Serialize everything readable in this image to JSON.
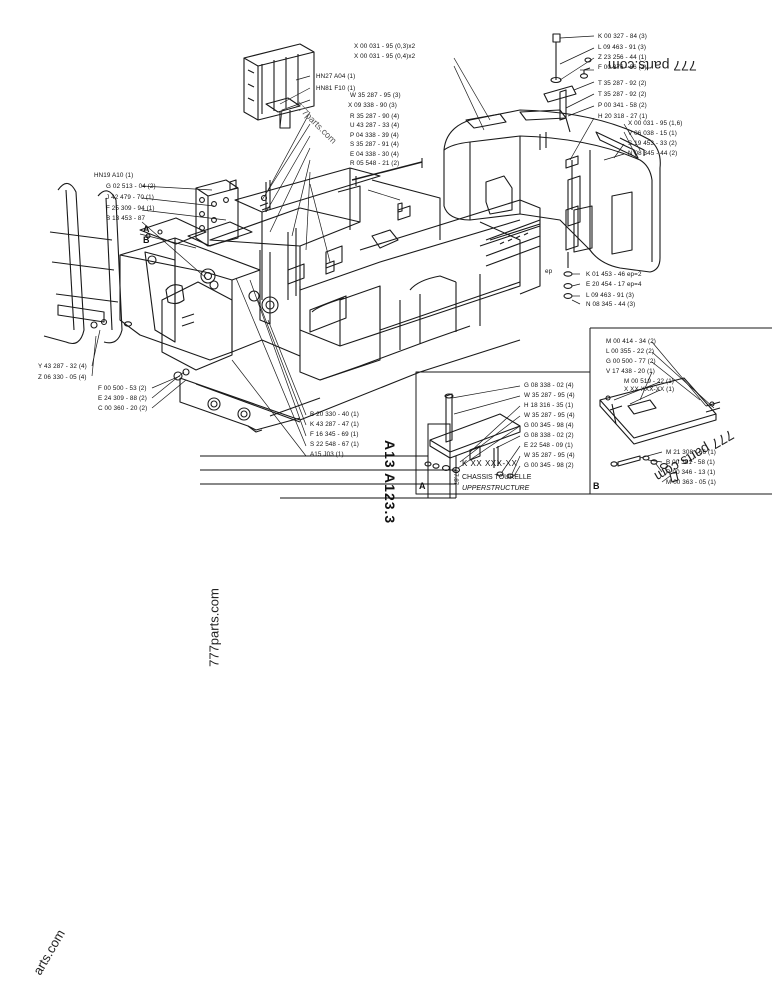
{
  "title_block": {
    "sheet_code": "A13 A123.3",
    "date": "07.87",
    "kit_code": "K XX XXX-XX",
    "title_fr": "CHASSIS TOURELLE",
    "title_en": "UPPERSTRUCTURE"
  },
  "watermarks": {
    "vertical_main": "777parts.com",
    "bottom_left": "arts.com",
    "top_right_mirrored": "777 parts.com",
    "detail_b_mirrored": "777 parts.com",
    "diagonal_center": "777parts.com"
  },
  "detail_markers": {
    "a": "A",
    "b": "B"
  },
  "ep_label": "ep",
  "labels_left": [
    "HN19  A10 (1)",
    "G 02 513 - 04 (2)",
    "J 42 479 - 70 (1)",
    "F 25 309 - 94 (1)",
    "B 13 453 - 87",
    "Y 43 287 - 32 (4)",
    "Z 06 330 - 05 (4)",
    "F 00 500 - 53 (2)",
    "E 24 309 - 88 (2)",
    "C 00 360 - 20 (2)"
  ],
  "labels_center": [
    "HN27  A04 (1)",
    "HN81  F10 (1)",
    "X 09 338 - 90 (3)",
    "W 35 287 - 95 (3)",
    "R 35 287 - 90 (4)",
    "U 43 287 - 33 (4)",
    "P 04 338 - 39 (4)",
    "S 35 287 - 91 (4)",
    "E 04 338 - 30 (4)",
    "R 05 548 - 21 (2)",
    "X 00 031 - 95 (0,3)x2",
    "X 00 031 - 95 (0,4)x2"
  ],
  "labels_bottom_center": [
    "B 20 330 - 40 (1)",
    "K 43 287 - 47 (1)",
    "F 16 345 - 69 (1)",
    "S 22 548 - 67 (1)",
    "A15  J03 (1)"
  ],
  "labels_right_top": [
    "K 00 327 - 84 (3)",
    "L 09 463 - 91 (3)",
    "Z 23 256 - 44 (1)",
    "F 00 376 - 66 (2)",
    "T 35 287 - 92 (2)",
    "T 35 287 - 92 (2)",
    "P 00 341 - 58 (2)",
    "H 20 318 - 27 (1)",
    "X 00 031 - 95 (1,6)",
    "V 06 038 - 15 (1)",
    "S 19 453 - 33 (2)",
    "N 08 345 - 44 (2)",
    "K 01 453 - 46  ep=2",
    "E 20 454 - 17  ep=4",
    "L 09 463 - 91 (3)",
    "N 08 345 - 44 (3)"
  ],
  "labels_detail_a": [
    "G 08 338 - 02 (4)",
    "W 35 287 - 95 (4)",
    "H 18 316 - 35 (1)",
    "W 35 287 - 95 (4)",
    "G 00 345 - 98 (4)",
    "G 08 338 - 02 (2)",
    "E 22 548 - 09 (1)",
    "W 35 287 - 95 (4)",
    "G 00 345 - 98 (2)"
  ],
  "labels_detail_b": [
    "M 00 414 - 34 (2)",
    "L 00 355 - 22 (2)",
    "G 00 500 - 77 (2)",
    "V 17 438 - 20 (1)",
    "M 00 519 - 22 (1)",
    "X XX XXX-XX (1)",
    "M 21 308 - 66 (1)",
    "B 00 381 - 58 (1)",
    "R 00 346 - 13 (1)",
    "M 00 363 - 05 (1)"
  ]
}
